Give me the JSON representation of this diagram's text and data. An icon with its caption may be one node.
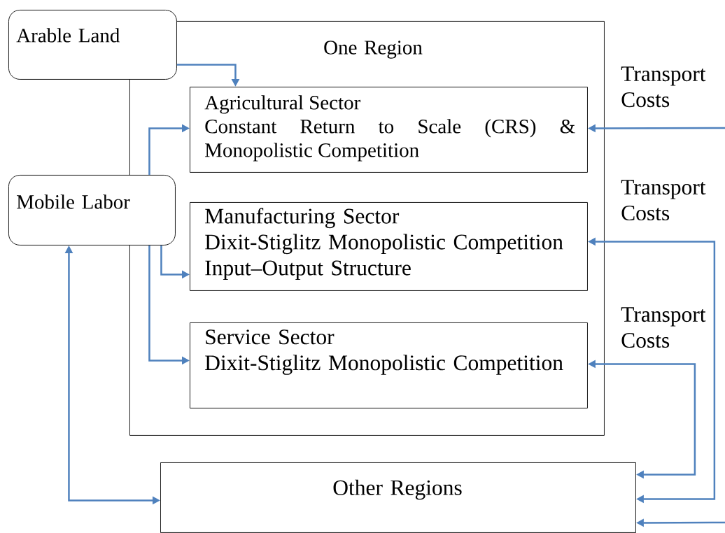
{
  "diagram": {
    "nodes": [
      {
        "text": [
          "One Region"
        ]
      },
      {
        "text": [
          "Arable Land"
        ]
      },
      {
        "text": [
          "Agricultural Sector",
          "Constant Return to Scale (CRS) & Monopolistic Competition"
        ],
        "in": 0
      },
      {
        "text": [
          "Mobile Labor"
        ]
      },
      {
        "text": [
          "Manufacturing Sector",
          "Dixit-Stiglitz Monopolistic Competition",
          "Input–Output Structure"
        ],
        "in": 0
      },
      {
        "text": [
          "Service Sector",
          "Dixit-Stiglitz Monopolistic Competition"
        ],
        "in": 0
      },
      {
        "text": [
          "Other Regions"
        ]
      }
    ],
    "edges": [
      {
        "from": 1,
        "to": 2,
        "arrow": "to"
      },
      {
        "from": 3,
        "to": 2,
        "arrow": "to"
      },
      {
        "from": 3,
        "to": 4,
        "arrow": "to"
      },
      {
        "from": 3,
        "to": 5,
        "arrow": "to"
      },
      {
        "from": 3,
        "to": 6,
        "arrow": "both"
      },
      {
        "from": null,
        "to": 2,
        "arrow": "to",
        "label": "Transport Costs"
      },
      {
        "from": 4,
        "to": 6,
        "arrow": "both",
        "label": "Transport Costs"
      },
      {
        "from": 5,
        "to": 6,
        "arrow": "both",
        "label": "Transport Costs"
      },
      {
        "from": null,
        "to": 6,
        "arrow": "to"
      }
    ]
  }
}
